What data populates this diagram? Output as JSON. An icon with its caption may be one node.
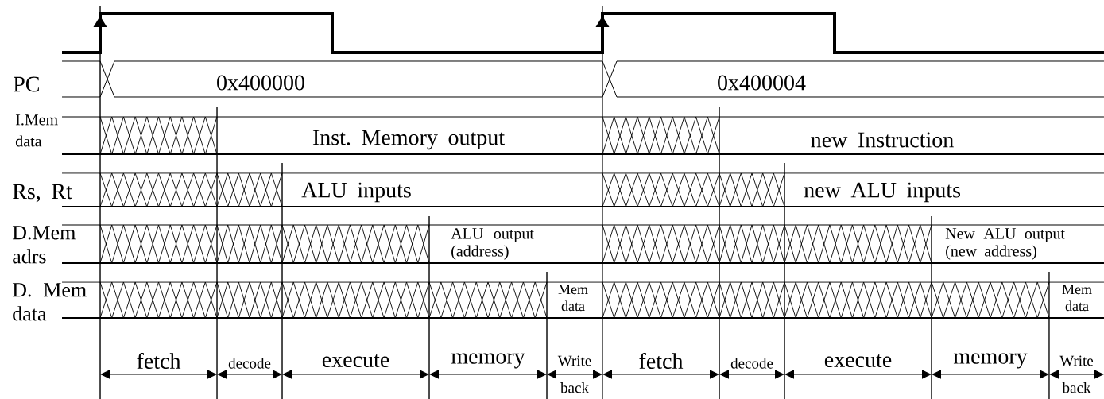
{
  "diagram": {
    "labels": [
      "PC",
      "0x400000",
      "0x400004",
      "I.Mem data",
      "Inst. Memory output",
      "new Instruction",
      "Rs, Rt",
      "ALU inputs",
      "new ALU inputs",
      "D.Mem adrs",
      "ALU output (address)",
      "New ALU output (new address)",
      "D. Mem data",
      "Mem data",
      "Mem data",
      "fetch",
      "decode",
      "execute",
      "memory",
      "Write back",
      "fetch",
      "decode",
      "execute",
      "memory",
      "Write back"
    ]
  }
}
